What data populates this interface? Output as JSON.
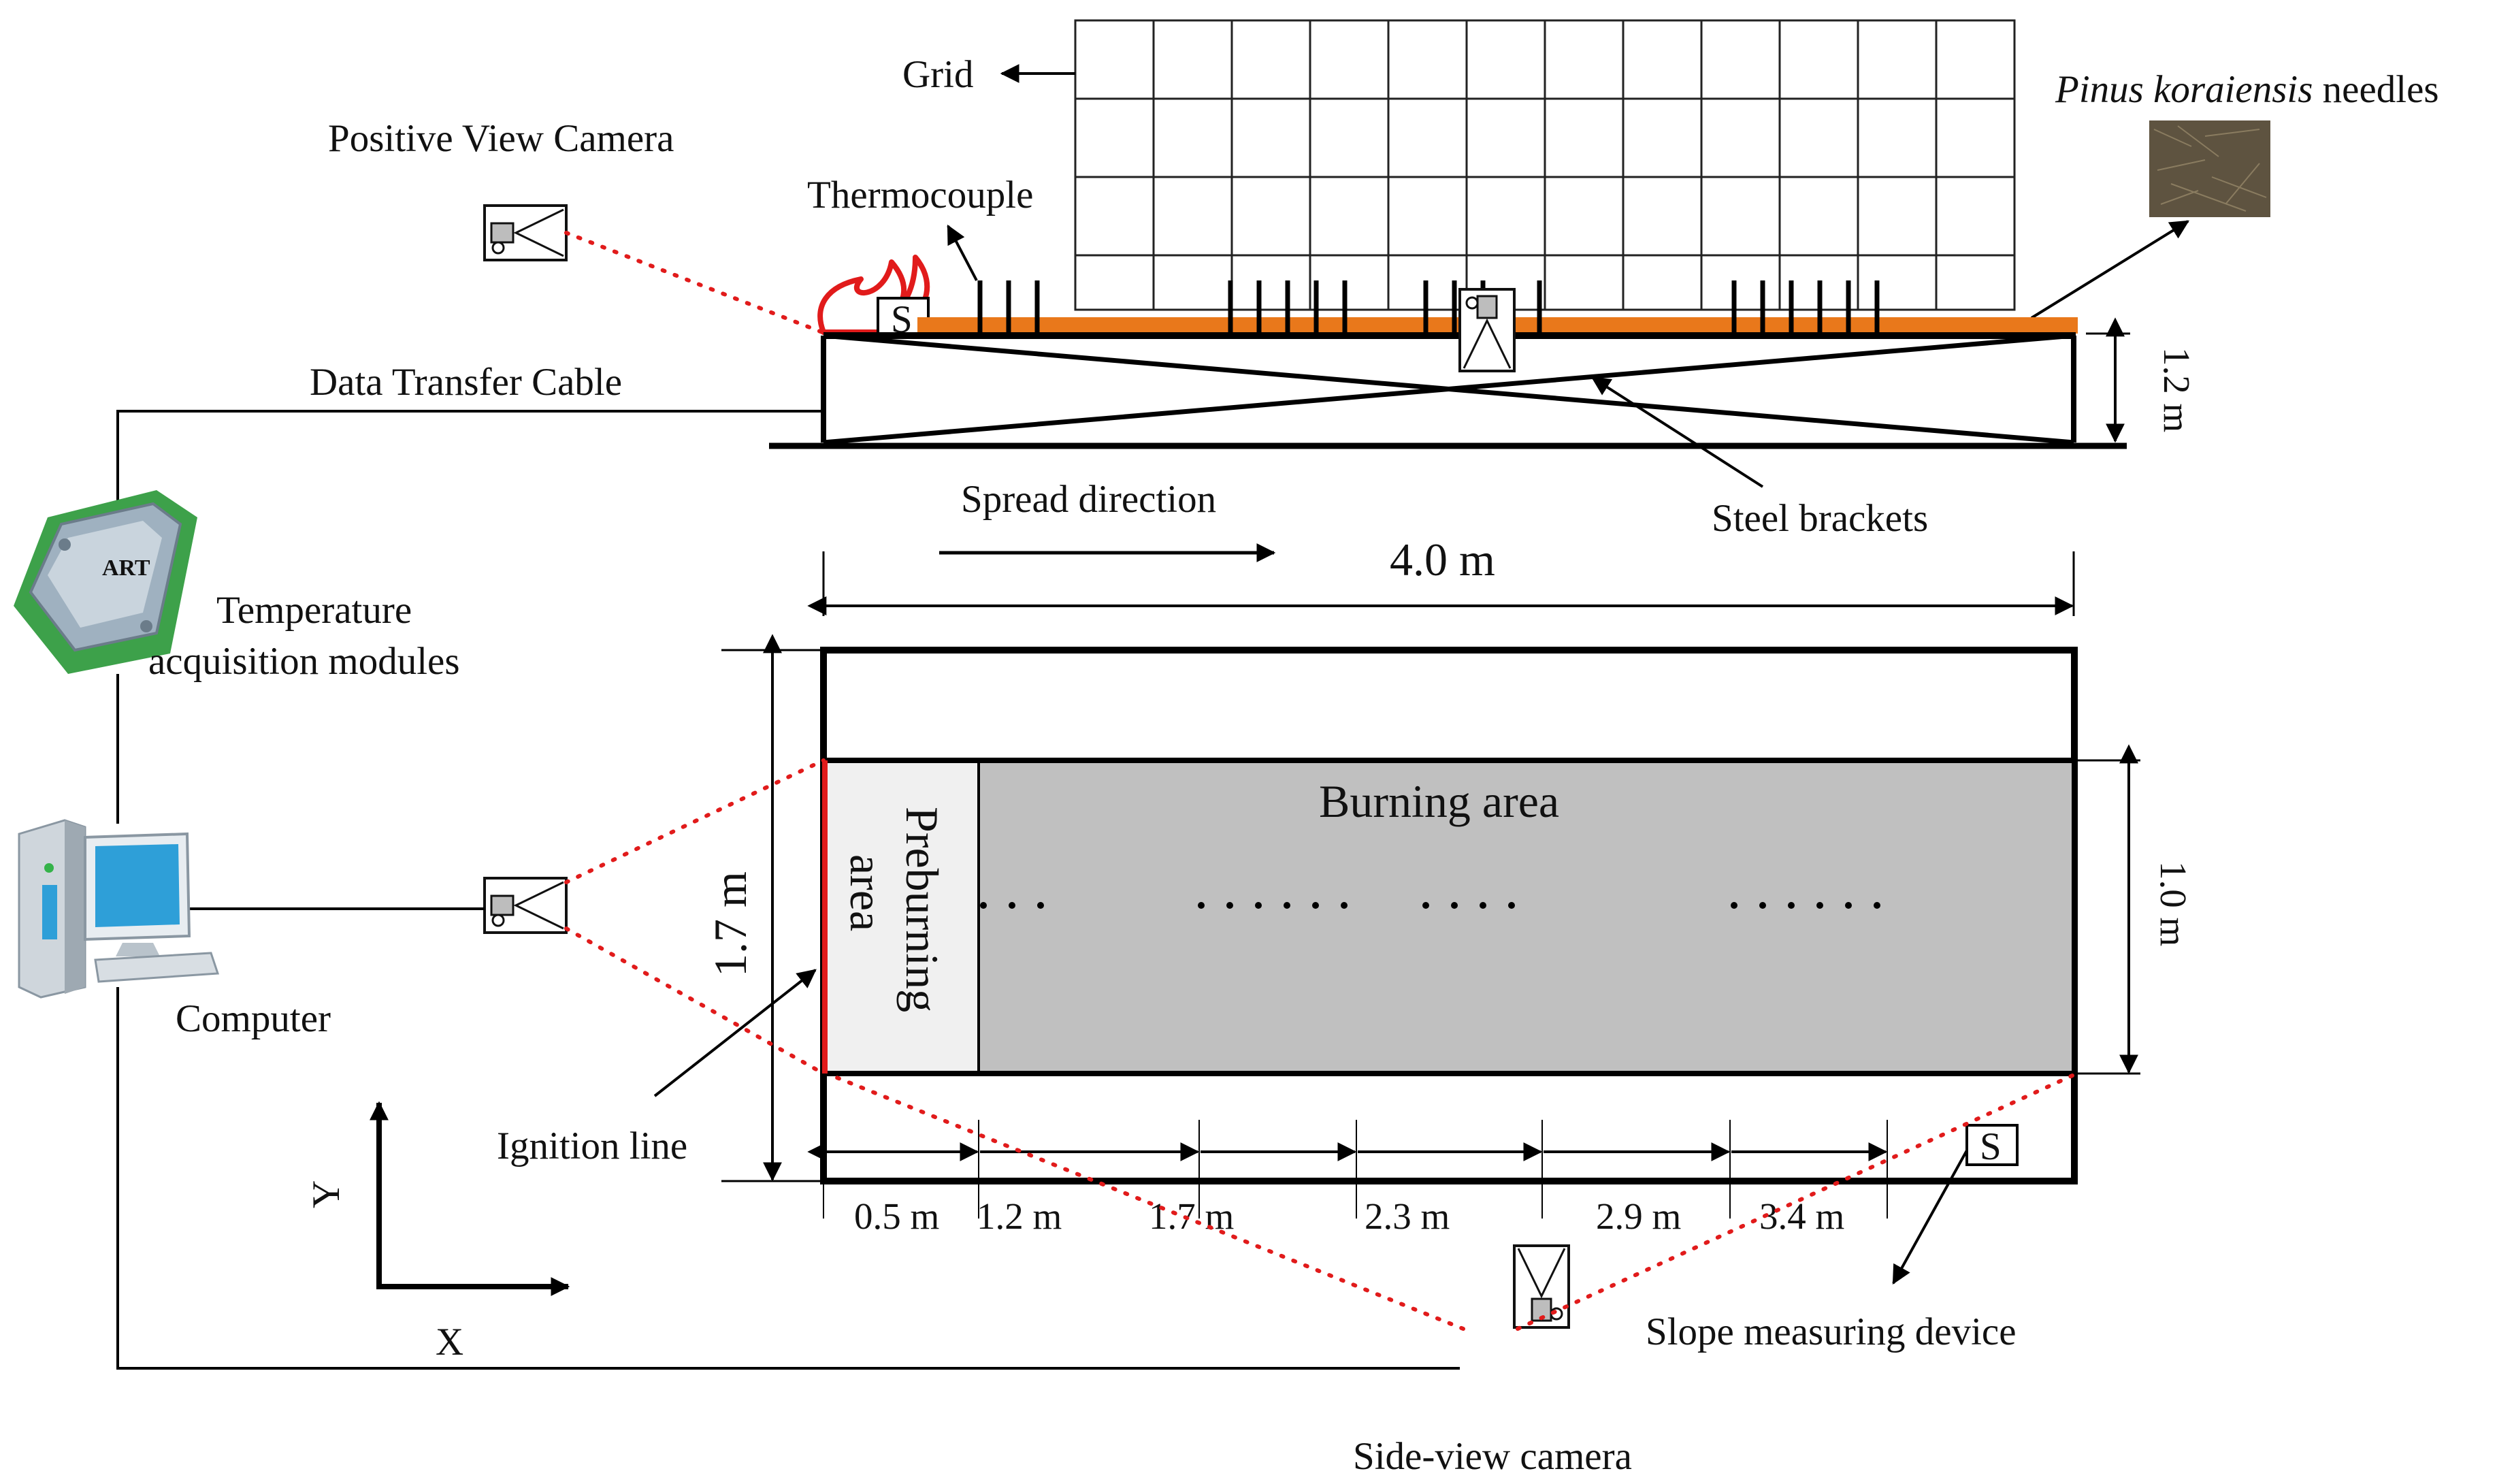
{
  "labels": {
    "grid": "Grid",
    "needles_species": "Pinus koraiensis",
    "needles_word": " needles",
    "positive_camera": "Positive View Camera",
    "thermocouple": "Thermocouple",
    "data_cable": "Data Transfer Cable",
    "height": "1.2 m",
    "spread_direction": "Spread direction",
    "steel_brackets": "Steel brackets",
    "length": "4.0 m",
    "temperature_modules_1": "Temperature",
    "temperature_modules_2": "acquisition modules",
    "burning_area": "Burning area",
    "preburning_1": "Preburning",
    "preburning_2": "area",
    "total_width": "1.7 m",
    "bed_width": "1.0 m",
    "computer": "Computer",
    "ignition_line": "Ignition line",
    "axis_y": "Y",
    "axis_x": "X",
    "slope_device": "Slope measuring device",
    "side_camera": "Side-view camera",
    "slope_symbol": "S",
    "module_brand": "ART"
  },
  "distances": [
    "0.5 m",
    "1.2 m",
    "1.7 m",
    "2.3 m",
    "2.9 m",
    "3.4 m"
  ],
  "colors": {
    "fuel_bed": "#e9781b",
    "flame": "#e11b1b",
    "ignition_line": "#e11b1b",
    "camera_sightline": "#e11b1b",
    "burning_area": "#c0c0c0",
    "preburning_area": "#f0f0f0",
    "module_body": "#9fb1c0",
    "module_terminals": "#3da14a",
    "monitor_screen": "#2e9fd8",
    "needles_sample": "#5e5340"
  },
  "icons": [
    "camera-icon",
    "computer-icon",
    "temperature-module-icon",
    "flame-icon",
    "slope-device-icon",
    "needles-sample-icon"
  ]
}
